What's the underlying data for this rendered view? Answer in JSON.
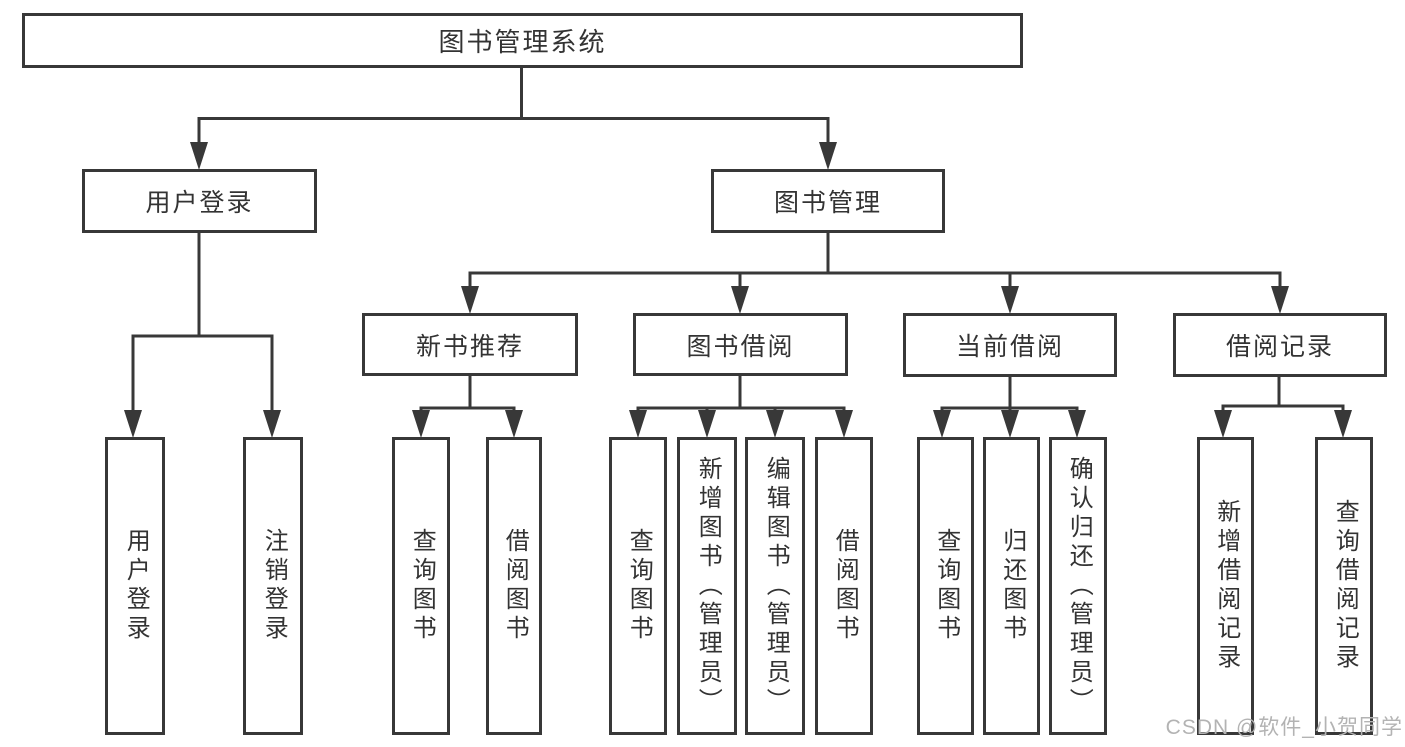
{
  "diagram": {
    "title": "图书管理系统",
    "nodes": {
      "root": "图书管理系统",
      "user_login": "用户登录",
      "book_mgmt": "图书管理",
      "new_book_rec": "新书推荐",
      "book_borrow": "图书借阅",
      "current_borrow": "当前借阅",
      "borrow_record": "借阅记录",
      "leaf_user_login": "用户登录",
      "leaf_logout": "注销登录",
      "rec_query_book": "查询图书",
      "rec_borrow_book": "借阅图书",
      "bb_query_book": "查询图书",
      "bb_add_book_admin": "新增图书（管理员）",
      "bb_edit_book_admin": "编辑图书（管理员）",
      "bb_borrow_book": "借阅图书",
      "cb_query_book": "查询图书",
      "cb_return_book": "归还图书",
      "cb_confirm_return_admin": "确认归还（管理员）",
      "br_add_record": "新增借阅记录",
      "br_query_record": "查询借阅记录"
    },
    "hierarchy": {
      "图书管理系统": {
        "用户登录": [
          "用户登录",
          "注销登录"
        ],
        "图书管理": {
          "新书推荐": [
            "查询图书",
            "借阅图书"
          ],
          "图书借阅": [
            "查询图书",
            "新增图书（管理员）",
            "编辑图书（管理员）",
            "借阅图书"
          ],
          "当前借阅": [
            "查询图书",
            "归还图书",
            "确认归还（管理员）"
          ],
          "借阅记录": [
            "新增借阅记录",
            "查询借阅记录"
          ]
        }
      }
    },
    "watermark": "CSDN @软件_小贺同学",
    "colors": {
      "line": "#383838",
      "text": "#333333",
      "watermark": "#b3b3b3",
      "background": "#ffffff"
    }
  }
}
